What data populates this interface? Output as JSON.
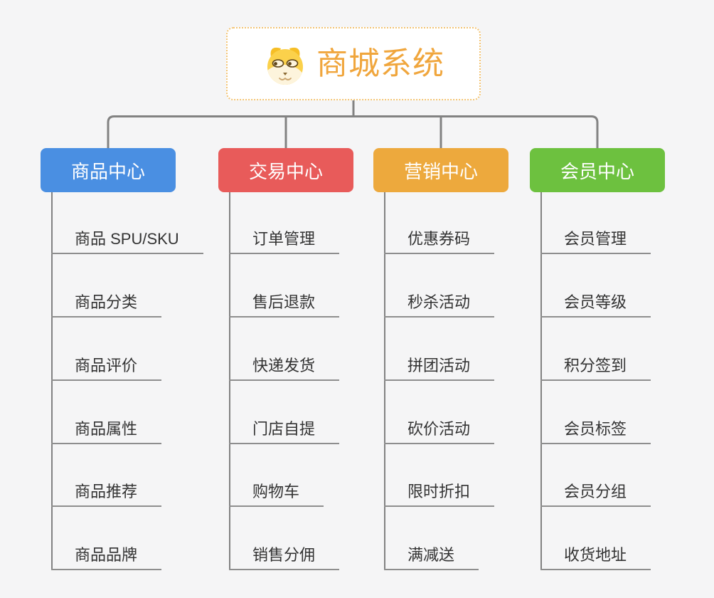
{
  "page": {
    "background": "#f5f5f6",
    "connector_color": "#828282",
    "underline_color": "#8e8e8e"
  },
  "root": {
    "title": "商城系统",
    "icon": "doge-dog-icon",
    "text_color": "#f0a63d",
    "border_color": "#f3c474"
  },
  "branches": [
    {
      "label": "商品中心",
      "color": "#4a8fe2",
      "items": [
        "商品 SPU/SKU",
        "商品分类",
        "商品评价",
        "商品属性",
        "商品推荐",
        "商品品牌"
      ]
    },
    {
      "label": "交易中心",
      "color": "#e85b5a",
      "items": [
        "订单管理",
        "售后退款",
        "快递发货",
        "门店自提",
        "购物车",
        "销售分佣"
      ]
    },
    {
      "label": "营销中心",
      "color": "#eda93d",
      "items": [
        "优惠券码",
        "秒杀活动",
        "拼团活动",
        "砍价活动",
        "限时折扣",
        "满减送"
      ]
    },
    {
      "label": "会员中心",
      "color": "#6dc13f",
      "items": [
        "会员管理",
        "会员等级",
        "积分签到",
        "会员标签",
        "会员分组",
        "收货地址"
      ]
    }
  ]
}
